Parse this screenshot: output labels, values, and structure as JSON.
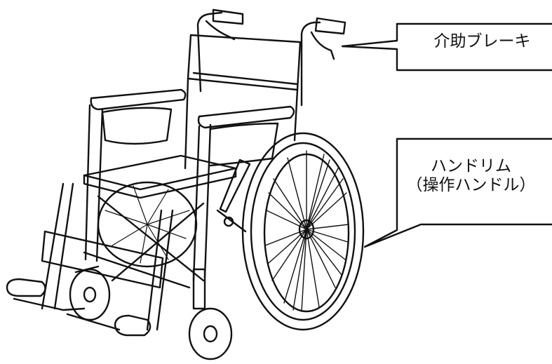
{
  "callouts": {
    "brake": {
      "label": "介助ブレーキ"
    },
    "handrim": {
      "line1": "ハンドリム",
      "line2": "（操作ハンドル）"
    }
  },
  "colors": {
    "stroke": "#111111",
    "background": "#ffffff"
  }
}
